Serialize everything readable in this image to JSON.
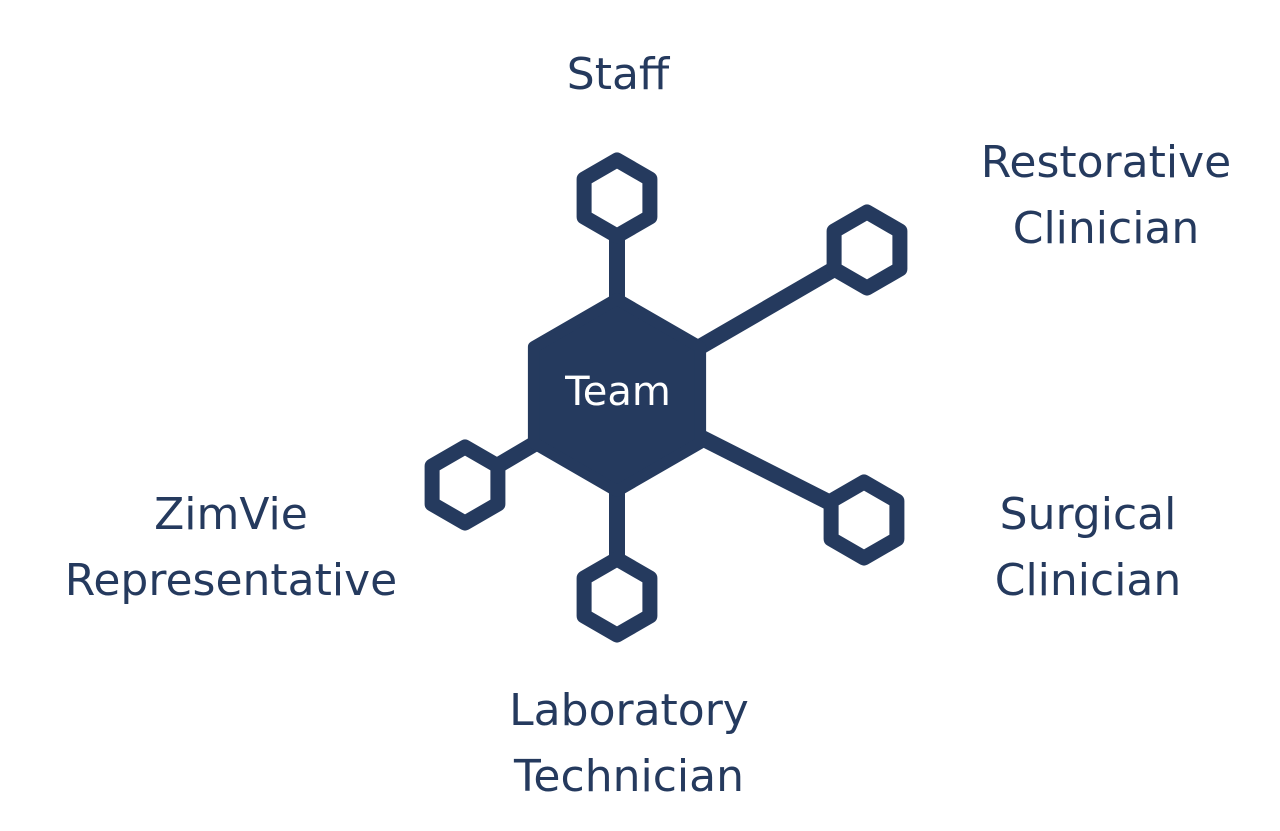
{
  "colors": {
    "primary": "#253a5e",
    "background": "#ffffff",
    "center_text": "#ffffff"
  },
  "center": {
    "label": "Team"
  },
  "nodes": [
    {
      "id": "staff",
      "lines": [
        "Staff"
      ]
    },
    {
      "id": "restorative-clinician",
      "lines": [
        "Restorative",
        "Clinician"
      ]
    },
    {
      "id": "surgical-clinician",
      "lines": [
        "Surgical",
        "Clinician"
      ]
    },
    {
      "id": "laboratory-technician",
      "lines": [
        "Laboratory",
        "Technician"
      ]
    },
    {
      "id": "zimvie-representative",
      "lines": [
        "ZimVie",
        "Representative"
      ]
    }
  ]
}
